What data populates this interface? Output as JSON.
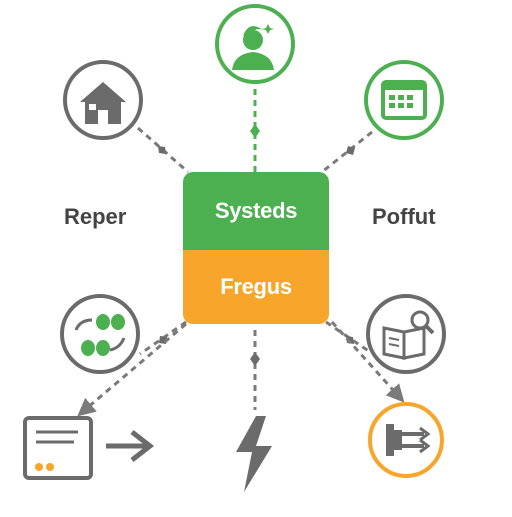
{
  "colors": {
    "green": "#4caf50",
    "orange": "#f8a52b",
    "gray": "#6b6b6b",
    "line": "#7a7a7a"
  },
  "hub": {
    "top_label": "Systeds",
    "bottom_label": "Fregus"
  },
  "labels": {
    "left": "Reper",
    "right": "Poffut"
  },
  "nodes": [
    {
      "id": "top",
      "icon": "user-icon",
      "color": "green"
    },
    {
      "id": "top-left",
      "icon": "home-icon",
      "color": "gray"
    },
    {
      "id": "top-right",
      "icon": "calendar-icon",
      "color": "green"
    },
    {
      "id": "bottom-left",
      "icon": "process-loop-icon",
      "color": "gray"
    },
    {
      "id": "bottom-right",
      "icon": "book-search-icon",
      "color": "gray"
    },
    {
      "id": "far-bottom-left",
      "icon": "document-icon",
      "color": "gray"
    },
    {
      "id": "bottom-center",
      "icon": "lightning-icon",
      "color": "gray"
    },
    {
      "id": "far-bottom-right",
      "icon": "export-icon",
      "color": "orange"
    }
  ]
}
